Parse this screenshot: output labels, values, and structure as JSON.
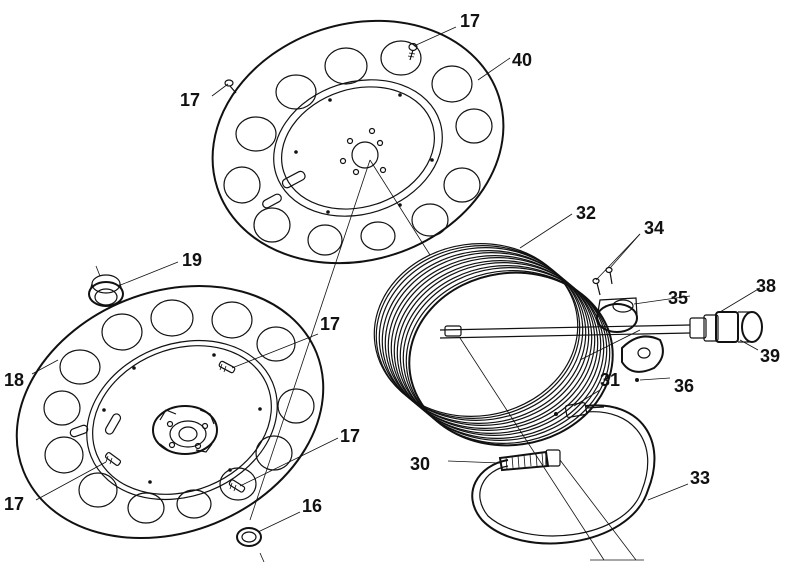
{
  "callouts": {
    "c17_top": "17",
    "c40": "40",
    "c17_left": "17",
    "c19": "19",
    "c32": "32",
    "c34": "34",
    "c38": "38",
    "c35": "35",
    "c17_mid": "17",
    "c18": "18",
    "c39": "39",
    "c31": "31",
    "c36": "36",
    "c17_right": "17",
    "c30": "30",
    "c33": "33",
    "c17_bottom": "17",
    "c16": "16"
  },
  "colors": {
    "line": "#111111",
    "background": "#ffffff"
  }
}
